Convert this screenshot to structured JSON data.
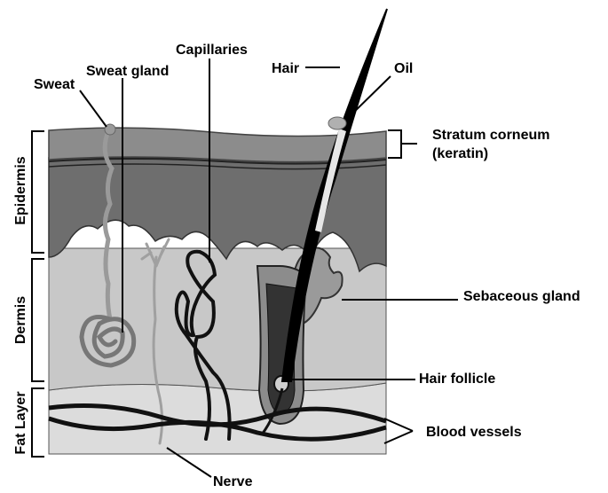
{
  "labels": {
    "sweat": "Sweat",
    "sweat_gland": "Sweat gland",
    "capillaries": "Capillaries",
    "hair": "Hair",
    "oil": "Oil",
    "stratum_line1": "Stratum corneum",
    "stratum_line2": "(keratin)",
    "sebaceous_gland": "Sebaceous gland",
    "hair_follicle": "Hair follicle",
    "blood_vessels": "Blood vessels",
    "nerve": "Nerve"
  },
  "layers": {
    "epidermis": "Epidermis",
    "dermis": "Dermis",
    "fat_layer": "Fat Layer"
  },
  "colors": {
    "stratum": "#8c8c8c",
    "epidermis": "#6e6e6e",
    "dermis": "#c8c8c8",
    "fat": "#dcdcdc",
    "sweat_duct": "#9a9a9a",
    "nerve": "#a0a0a0",
    "vessel": "#111111"
  }
}
